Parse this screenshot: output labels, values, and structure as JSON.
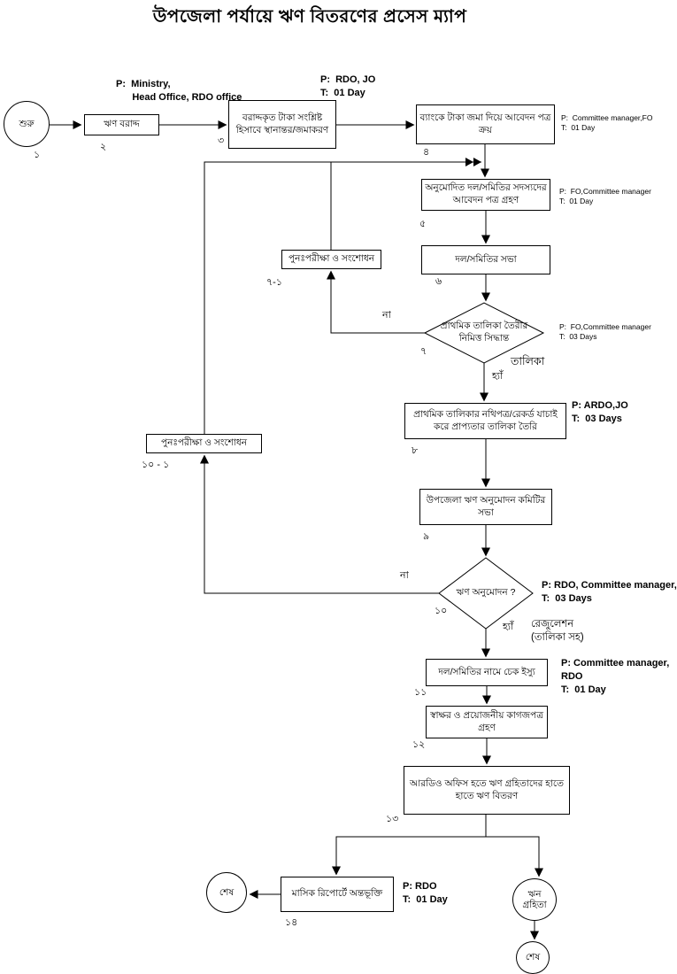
{
  "title": "উপজেলা পর্যায়ে ঋণ বিতরণের প্রসেস ম্যাপ",
  "nodes": {
    "start": {
      "label": "শুরু",
      "num": "১"
    },
    "allocate": {
      "label": "ঋণ বরাদ্দ",
      "num": "২",
      "annotation": "P:  Ministry,\n      Head Office, RDO office"
    },
    "transfer": {
      "label": "বরাদ্দকৃত টাকা সংশ্লিষ্ট হিসাবে স্থানান্তর/জমাকরণ",
      "num": "৩",
      "annotation": "P:  RDO, JO\nT:  01 Day"
    },
    "bank_deposit": {
      "label": "ব্যাংকে টাকা জমা দিয়ে আবেদন পত্র ক্রয়",
      "num": "৪",
      "annotation": "P:  Committee manager,FO\nT:  01 Day"
    },
    "receive_applications": {
      "label": "অনুমোদিত দল/সমিতির সদস্যদের আবেদন পত্র গ্রহণ",
      "num": "৫",
      "annotation": "P:  FO,Committee manager\nT:  01 Day"
    },
    "group_meeting": {
      "label": "দল/সমিতির সভা",
      "num": "৬"
    },
    "primary_list_decision": {
      "label": "প্রাথমিক তালিকা তৈরীর নিমিত্ত সিদ্ধান্ত",
      "num": "৭",
      "annotation": "P:  FO,Committee manager\nT:  03 Days",
      "yes": "হ্যাঁ",
      "no": "না",
      "output": "তালিকা"
    },
    "recheck_1": {
      "label": "পুনঃপরীক্ষা ও সংশোধন",
      "num": "৭-১"
    },
    "verify_records": {
      "label": "প্রাথমিক তালিকার নথিপত্র/রেকর্ড যাচাই করে প্রাপ্যতার তালিকা তৈরি",
      "num": "৮",
      "annotation": "P: ARDO,JO\nT:  03 Days"
    },
    "committee_meeting": {
      "label": "উপজেলা ঋণ অনুমোদন কমিটির সভা",
      "num": "৯"
    },
    "loan_approval_decision": {
      "label": "ঋণ অনুমোদন ?",
      "num": "১০",
      "annotation": "P: RDO, Committee manager,\nT:  03 Days",
      "yes": "হ্যাঁ",
      "no": "না",
      "output": "রেজুলেশন\n(তালিকা সহ)"
    },
    "recheck_2": {
      "label": "পুনঃপরীক্ষা ও সংশোধন",
      "num": "১০ - ১"
    },
    "cheque_issue": {
      "label": "দল/সমিতির নামে চেক ইস্যু",
      "num": "১১",
      "annotation": "P: Committee manager,\nRDO\nT:  01 Day"
    },
    "signature_docs": {
      "label": "স্বাক্ষর ও প্রয়োজনীয় কাগজপত্র গ্রহণ",
      "num": "১২"
    },
    "disburse": {
      "label": "আরডিও অফিস হতে ঋণ গ্রহিতাদের হাতে হাতে ঋণ বিতরণ",
      "num": "১৩"
    },
    "monthly_report": {
      "label": "মাসিক রিপোর্টে অন্তভূক্তি",
      "num": "১৪",
      "annotation": "P: RDO\nT:  01 Day"
    },
    "end_left": {
      "label": "শেষ"
    },
    "loan_recipient": {
      "label": "ঋন গ্রহিতা"
    },
    "end_bottom": {
      "label": "শেষ"
    }
  }
}
